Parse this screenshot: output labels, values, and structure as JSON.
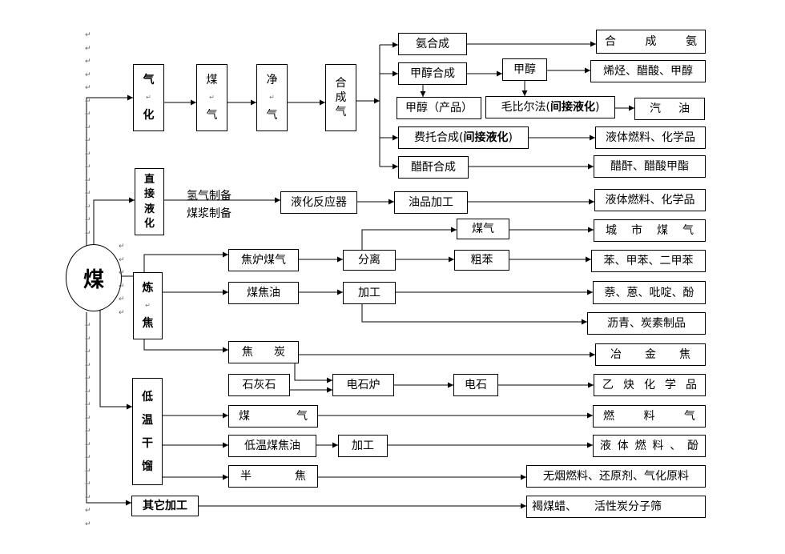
{
  "source": "煤",
  "para_mark": "↵",
  "gasification": {
    "process": [
      "气",
      "化"
    ],
    "coal_gas": [
      "煤",
      "气"
    ],
    "clean_gas": [
      "净",
      "气"
    ],
    "syngas": [
      "合",
      "成",
      "气"
    ],
    "ammonia_synthesis": "氨合成",
    "ammonia": [
      "合",
      "成",
      "氨"
    ],
    "methanol_synthesis": "甲醇合成",
    "methanol": "甲醇",
    "olefins_acetic_methanol": "烯烃、醋酸、甲醇",
    "methanol_product": "甲醇（产品）",
    "mobil_prefix": "毛比尔法(",
    "mobil_bold": "间接液化",
    "mobil_suffix": ")",
    "gasoline": [
      "汽",
      "油"
    ],
    "ft_prefix": "费托合成(",
    "ft_bold": "间接液化",
    "ft_suffix": ")",
    "liquid_fuel_chemicals": "液体燃料、化学品",
    "acetic_anhydride_synthesis": "醋酐合成",
    "acetic_anhydride_products": "醋酐、醋酸甲酯"
  },
  "direct_liquefaction": {
    "process": [
      "直",
      "接",
      "液",
      "化"
    ],
    "hydrogen_prep": "氢气制备",
    "slurry_prep": "煤浆制备",
    "reactor": "液化反应器",
    "oil_processing": "油品加工",
    "liquid_fuel_chemicals": "液体燃料、化学品"
  },
  "coking": {
    "process": [
      "炼",
      "焦"
    ],
    "coke_oven_gas": "焦炉煤气",
    "separation": "分离",
    "gas": "煤气",
    "city_gas": [
      "城",
      "市",
      "煤",
      "气"
    ],
    "crude_benzene": "粗苯",
    "benzenes": "苯、甲苯、二甲苯",
    "coal_tar": "煤焦油",
    "processing": "加工",
    "naphthalene_etc": "萘、蒽、吡啶、酚",
    "pitch_carbon": "沥青、炭素制品",
    "coke": [
      "焦",
      "炭"
    ],
    "metallurgical_coke": [
      "冶",
      "金",
      "焦"
    ],
    "limestone": "石灰石",
    "calcium_carbide_furnace": "电石炉",
    "calcium_carbide": "电石",
    "acetylene_chemicals": [
      "乙",
      "炔",
      "化",
      "学",
      "品"
    ]
  },
  "low_temp_carbonization": {
    "process": [
      "低",
      "温",
      "干",
      "馏"
    ],
    "gas": [
      "煤",
      "气"
    ],
    "fuel_gas": [
      "燃",
      "料",
      "气"
    ],
    "lowtemp_tar": "低温煤焦油",
    "processing": "加工",
    "liquid_fuel_phenol": [
      "液",
      "体",
      "燃",
      "料",
      "、",
      "酚"
    ],
    "semi_coke": [
      "半",
      "焦"
    ],
    "semi_coke_uses": "无烟燃料、还原剂、气化原料"
  },
  "other": {
    "process": "其它加工",
    "products_a": "褐煤蜡、",
    "products_b": "活性炭分子筛"
  }
}
